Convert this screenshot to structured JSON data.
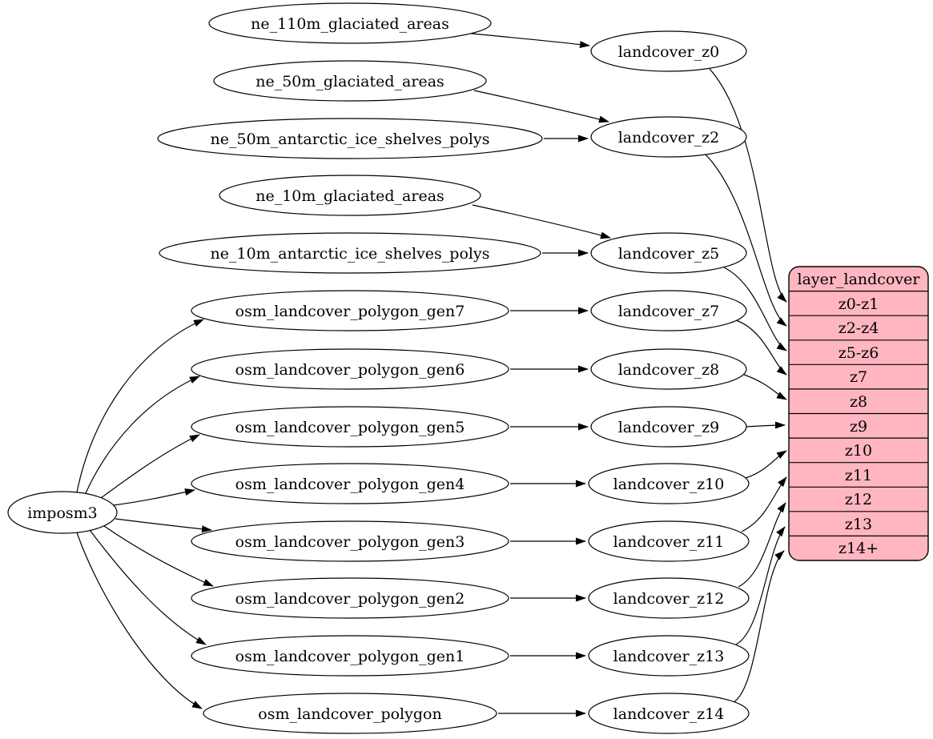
{
  "diagram": {
    "type": "graphviz-flow-diagram",
    "background": "#ffffff",
    "edge_color": "#000000",
    "node_fill": "#ffffff",
    "root": {
      "label": "imposm3"
    },
    "sources": [
      {
        "label": "ne_110m_glaciated_areas"
      },
      {
        "label": "ne_50m_glaciated_areas"
      },
      {
        "label": "ne_50m_antarctic_ice_shelves_polys"
      },
      {
        "label": "ne_10m_glaciated_areas"
      },
      {
        "label": "ne_10m_antarctic_ice_shelves_polys"
      },
      {
        "label": "osm_landcover_polygon_gen7"
      },
      {
        "label": "osm_landcover_polygon_gen6"
      },
      {
        "label": "osm_landcover_polygon_gen5"
      },
      {
        "label": "osm_landcover_polygon_gen4"
      },
      {
        "label": "osm_landcover_polygon_gen3"
      },
      {
        "label": "osm_landcover_polygon_gen2"
      },
      {
        "label": "osm_landcover_polygon_gen1"
      },
      {
        "label": "osm_landcover_polygon"
      }
    ],
    "intermediates": [
      {
        "label": "landcover_z0"
      },
      {
        "label": "landcover_z2"
      },
      {
        "label": "landcover_z5"
      },
      {
        "label": "landcover_z7"
      },
      {
        "label": "landcover_z8"
      },
      {
        "label": "landcover_z9"
      },
      {
        "label": "landcover_z10"
      },
      {
        "label": "landcover_z11"
      },
      {
        "label": "landcover_z12"
      },
      {
        "label": "landcover_z13"
      },
      {
        "label": "landcover_z14"
      }
    ],
    "record": {
      "title": "layer_landcover",
      "rows": [
        "z0-z1",
        "z2-z4",
        "z5-z6",
        "z7",
        "z8",
        "z9",
        "z10",
        "z11",
        "z12",
        "z13",
        "z14+"
      ],
      "fill": "#ffb6c1",
      "stroke": "#000000"
    },
    "edges": [
      {
        "from": "imposm3",
        "to": "osm_landcover_polygon_gen7"
      },
      {
        "from": "imposm3",
        "to": "osm_landcover_polygon_gen6"
      },
      {
        "from": "imposm3",
        "to": "osm_landcover_polygon_gen5"
      },
      {
        "from": "imposm3",
        "to": "osm_landcover_polygon_gen4"
      },
      {
        "from": "imposm3",
        "to": "osm_landcover_polygon_gen3"
      },
      {
        "from": "imposm3",
        "to": "osm_landcover_polygon_gen2"
      },
      {
        "from": "imposm3",
        "to": "osm_landcover_polygon_gen1"
      },
      {
        "from": "imposm3",
        "to": "osm_landcover_polygon"
      },
      {
        "from": "ne_110m_glaciated_areas",
        "to": "landcover_z0"
      },
      {
        "from": "ne_50m_glaciated_areas",
        "to": "landcover_z2"
      },
      {
        "from": "ne_50m_antarctic_ice_shelves_polys",
        "to": "landcover_z2"
      },
      {
        "from": "ne_10m_glaciated_areas",
        "to": "landcover_z5"
      },
      {
        "from": "ne_10m_antarctic_ice_shelves_polys",
        "to": "landcover_z5"
      },
      {
        "from": "osm_landcover_polygon_gen7",
        "to": "landcover_z7"
      },
      {
        "from": "osm_landcover_polygon_gen6",
        "to": "landcover_z8"
      },
      {
        "from": "osm_landcover_polygon_gen5",
        "to": "landcover_z9"
      },
      {
        "from": "osm_landcover_polygon_gen4",
        "to": "landcover_z10"
      },
      {
        "from": "osm_landcover_polygon_gen3",
        "to": "landcover_z11"
      },
      {
        "from": "osm_landcover_polygon_gen2",
        "to": "landcover_z12"
      },
      {
        "from": "osm_landcover_polygon_gen1",
        "to": "landcover_z13"
      },
      {
        "from": "osm_landcover_polygon",
        "to": "landcover_z14"
      },
      {
        "from": "landcover_z0",
        "to": "layer_landcover:z0-z1"
      },
      {
        "from": "landcover_z2",
        "to": "layer_landcover:z2-z4"
      },
      {
        "from": "landcover_z5",
        "to": "layer_landcover:z5-z6"
      },
      {
        "from": "landcover_z7",
        "to": "layer_landcover:z7"
      },
      {
        "from": "landcover_z8",
        "to": "layer_landcover:z8"
      },
      {
        "from": "landcover_z9",
        "to": "layer_landcover:z9"
      },
      {
        "from": "landcover_z10",
        "to": "layer_landcover:z10"
      },
      {
        "from": "landcover_z11",
        "to": "layer_landcover:z11"
      },
      {
        "from": "landcover_z12",
        "to": "layer_landcover:z12"
      },
      {
        "from": "landcover_z13",
        "to": "layer_landcover:z13"
      },
      {
        "from": "landcover_z14",
        "to": "layer_landcover:z14+"
      }
    ]
  }
}
